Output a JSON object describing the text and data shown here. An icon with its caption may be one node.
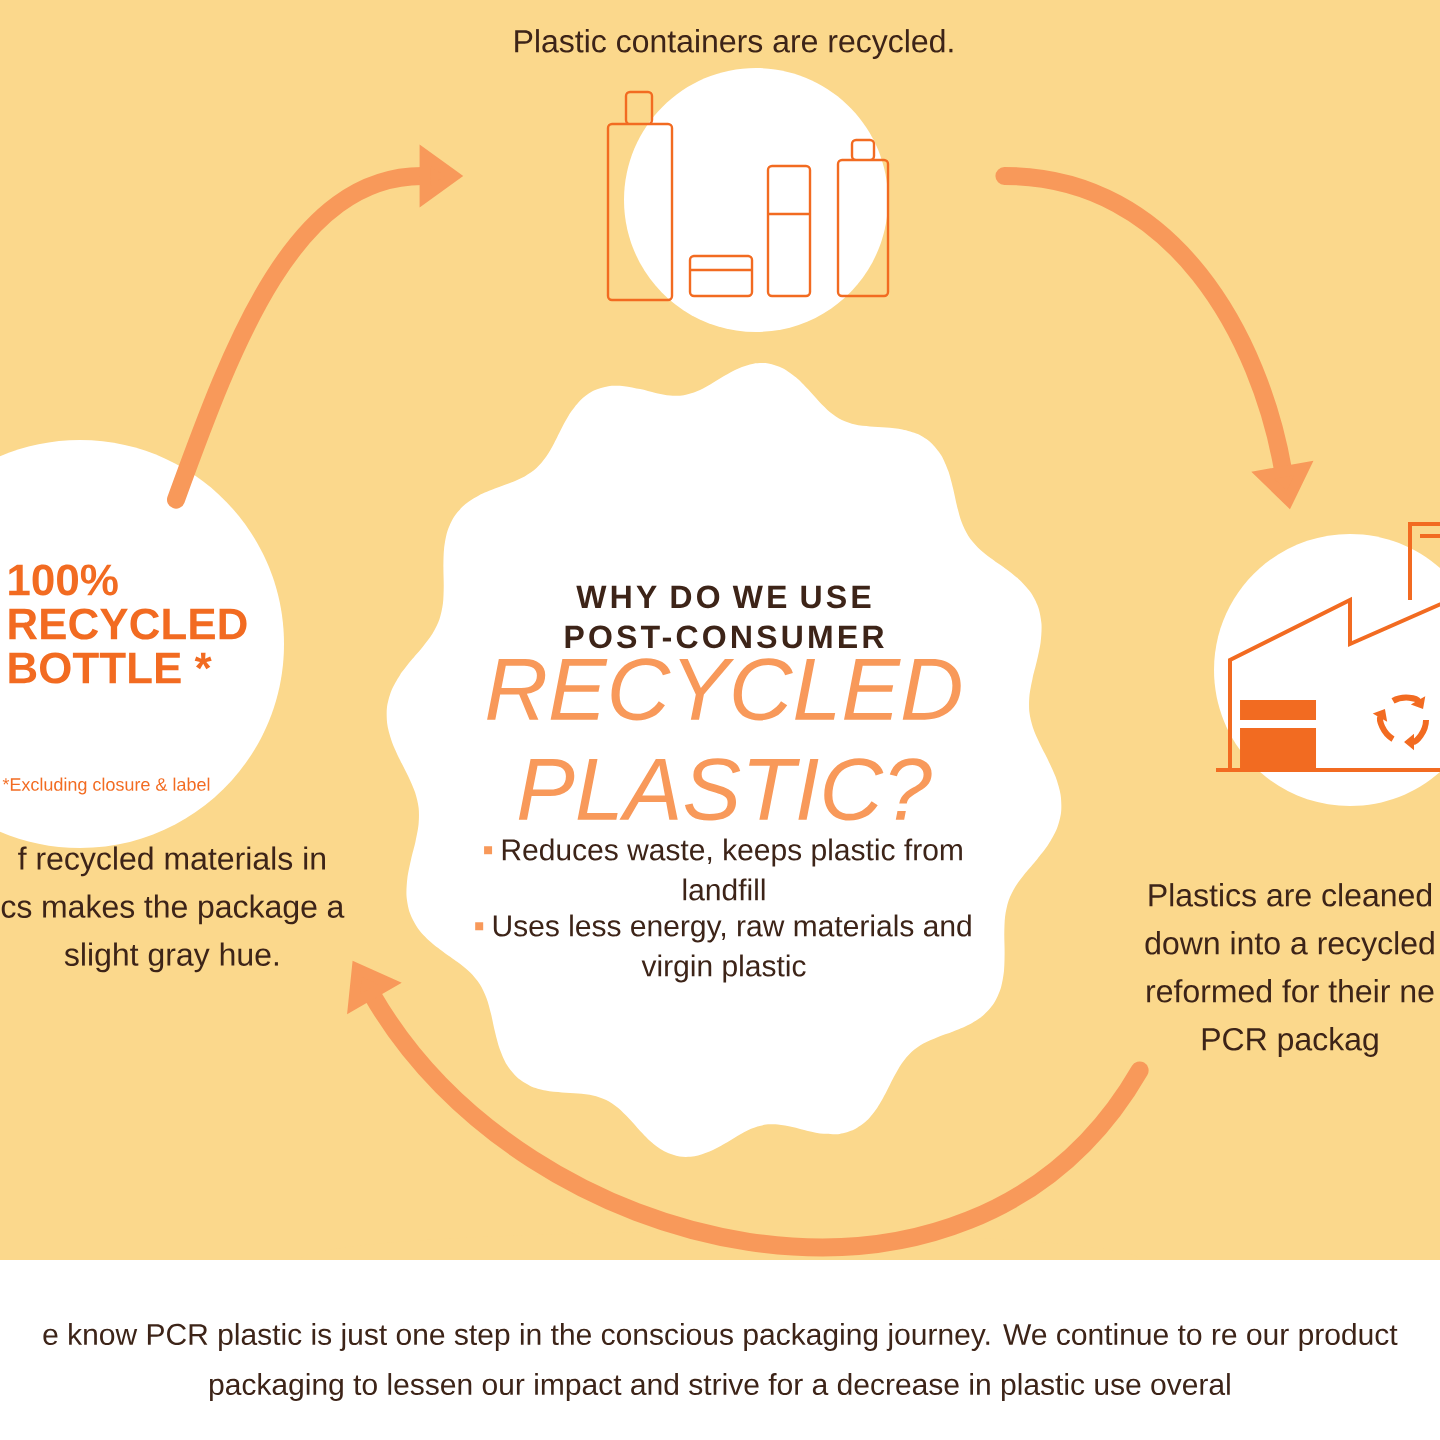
{
  "diagram": {
    "nodes": [
      {
        "text": [
          "Plastic containers are recycled."
        ]
      },
      {
        "text": [
          "Plastics are cleaned down into a recycled reformed for their ne PCR packag"
        ]
      },
      {
        "text": [
          "100% RECYCLED BOTTLE *",
          "*Excluding closure & label",
          "f recycled materials in cs makes the package a slight gray hue."
        ]
      },
      {
        "text": [
          "WHY DO WE USE POST-CONSUMER",
          "RECYCLED PLASTIC?",
          "Reduces waste, keeps plastic from landfill",
          "Uses less energy, raw materials and virgin plastic"
        ]
      }
    ],
    "edges": [
      {
        "from": 0,
        "to": 1,
        "arrow": "to"
      },
      {
        "from": 1,
        "to": 2,
        "arrow": "to"
      },
      {
        "from": 2,
        "to": 0,
        "arrow": "to"
      }
    ],
    "labels": [
      "e know PCR plastic is just one step in the conscious packaging journey. We continue to re our product packaging to lessen our impact and strive for a decrease in plastic use overal"
    ]
  }
}
